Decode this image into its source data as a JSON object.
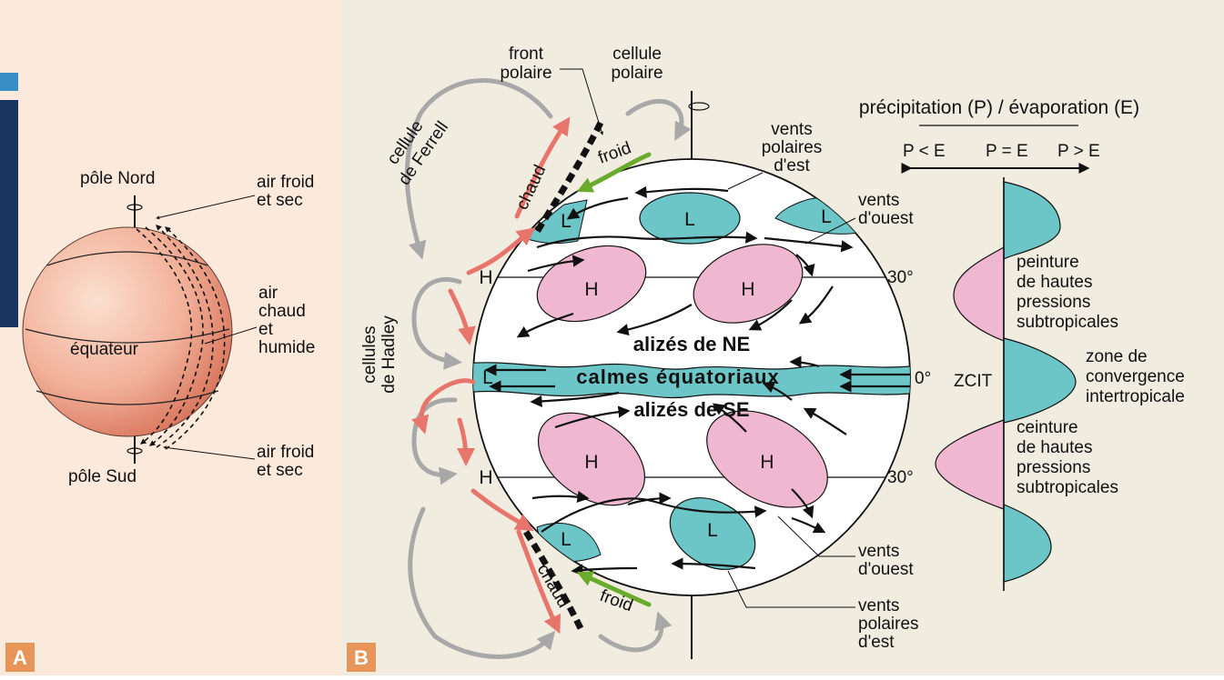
{
  "panel_a": {
    "letter": "A",
    "north_pole": "pôle Nord",
    "south_pole": "pôle Sud",
    "equator": "équateur",
    "cold_dry_n": [
      "air froid",
      "et sec"
    ],
    "warm_humid": [
      "air",
      "chaud",
      "et",
      "humide"
    ],
    "cold_dry_s": [
      "air froid",
      "et sec"
    ]
  },
  "panel_b": {
    "letter": "B",
    "front_polaire": [
      "front",
      "polaire"
    ],
    "cellule_polaire": [
      "cellule",
      "polaire"
    ],
    "cellule_ferrell": [
      "cellule",
      "de Ferrell"
    ],
    "cellules_hadley": [
      "cellules",
      "de Hadley"
    ],
    "chaud": "chaud",
    "froid": "froid",
    "low": "L",
    "high": "H",
    "vents_polaires_nord": [
      "vents",
      "polaires",
      "d'est"
    ],
    "vents_ouest_nord": [
      "vents",
      "d'ouest"
    ],
    "vents_ouest_sud": [
      "vents",
      "d'ouest"
    ],
    "vents_polaires_sud": [
      "vents",
      "polaires",
      "d'est"
    ],
    "lat_30": "30°",
    "lat_0": "0°",
    "alizes_ne": "alizés de NE",
    "alizes_se": "alizés de SE",
    "calmes": "calmes équatoriaux",
    "pe_title": "précipitation (P) / évaporation (E)",
    "pe_lt": "P < E",
    "pe_eq": "P = E",
    "pe_gt": "P > E",
    "zcit": "ZCIT",
    "hautes_pressions_nord": [
      "peinture",
      "de hautes",
      "pressions",
      "subtropicales"
    ],
    "zone_convergence": [
      "zone de",
      "convergence",
      "intertropicale"
    ],
    "hautes_pressions_sud": [
      "ceinture",
      "de hautes",
      "pressions",
      "subtropicales"
    ]
  },
  "colors": {
    "panel_a_bg": "#fbe9dc",
    "panel_b_bg": "#f0ece0",
    "teal": "#6cc6c8",
    "pink": "#f0b8d0",
    "warm_red": "#e8756c",
    "cold_green": "#6aab2e",
    "grey_arrow": "#a8a8a8",
    "panel_tag": "#e8955a",
    "sidebar": "#1a3560",
    "sidebar_accent": "#3a8ec6"
  }
}
